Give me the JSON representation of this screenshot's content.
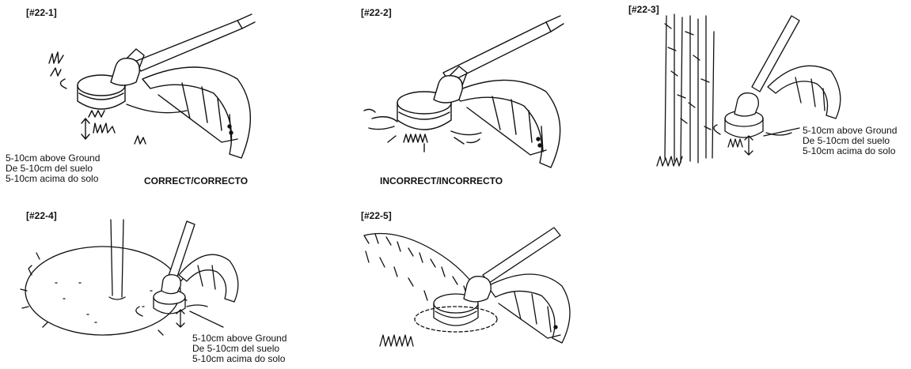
{
  "figures": [
    {
      "id": "[#22-1]",
      "status": "CORRECT/CORRECTO",
      "caption": [
        "5-10cm above Ground",
        "De 5-10cm del suelo",
        "5-10cm acima do solo"
      ]
    },
    {
      "id": "[#22-2]",
      "status": "INCORRECT/INCORRECTO"
    },
    {
      "id": "[#22-3]",
      "caption": [
        "5-10cm above Ground",
        "De 5-10cm del suelo",
        "5-10cm acima do solo"
      ]
    },
    {
      "id": "[#22-4]",
      "caption": [
        "5-10cm above Ground",
        "De 5-10cm del suelo",
        "5-10cm acima do solo"
      ]
    },
    {
      "id": "[#22-5]"
    }
  ]
}
